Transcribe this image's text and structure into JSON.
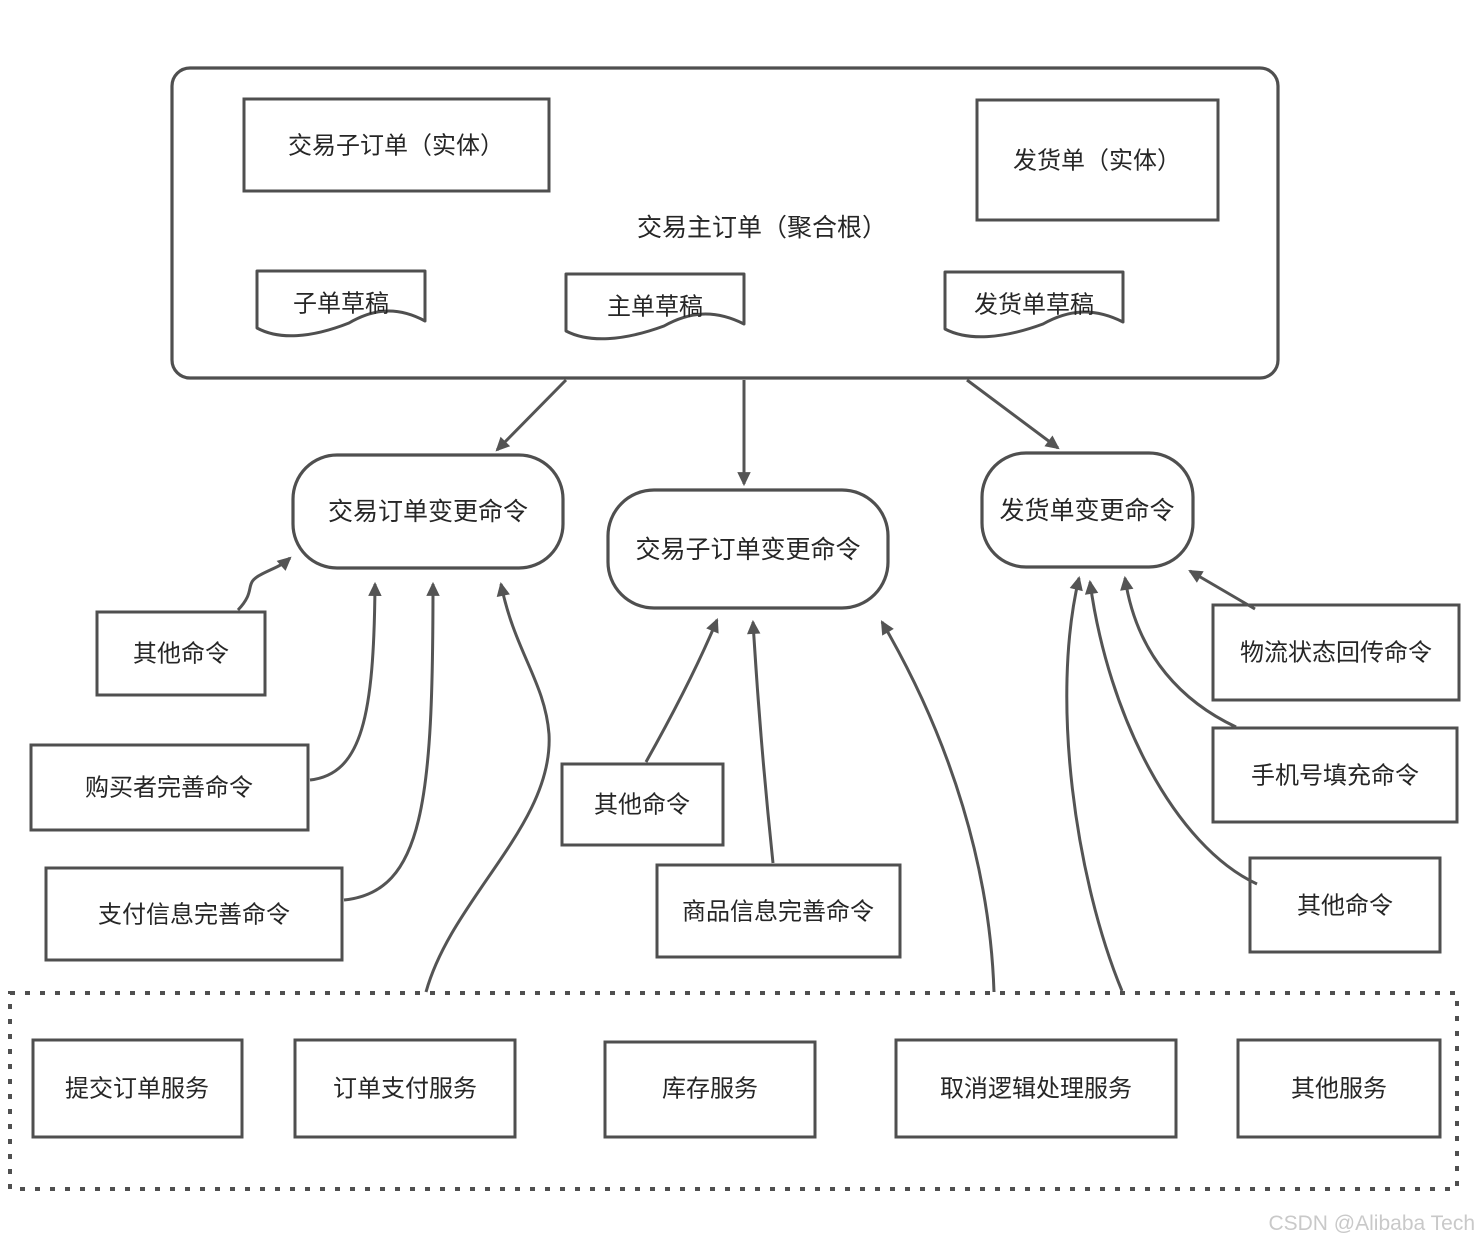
{
  "diagram": {
    "aggregate": {
      "title": "交易主订单（聚合根）",
      "entity_sub_order": "交易子订单（实体）",
      "entity_shipment": "发货单（实体）",
      "draft_sub": "子单草稿",
      "draft_main": "主单草稿",
      "draft_shipment": "发货单草稿"
    },
    "command_groups": {
      "trade_order": "交易订单变更命令",
      "trade_sub_order": "交易子订单变更命令",
      "shipment": "发货单变更命令"
    },
    "commands": {
      "other_left": "其他命令",
      "buyer_complete": "购买者完善命令",
      "payment_complete": "支付信息完善命令",
      "other_mid": "其他命令",
      "goods_complete": "商品信息完善命令",
      "logistics_status": "物流状态回传命令",
      "phone_fill": "手机号填充命令",
      "other_right": "其他命令"
    },
    "services": {
      "submit_order": "提交订单服务",
      "order_payment": "订单支付服务",
      "inventory": "库存服务",
      "cancel_logic": "取消逻辑处理服务",
      "other": "其他服务"
    },
    "watermark": "CSDN @Alibaba Tech",
    "colors": {
      "stroke": "#4f4f4f",
      "text": "#262626",
      "watermark": "#c9c9c9",
      "background": "#ffffff"
    }
  }
}
